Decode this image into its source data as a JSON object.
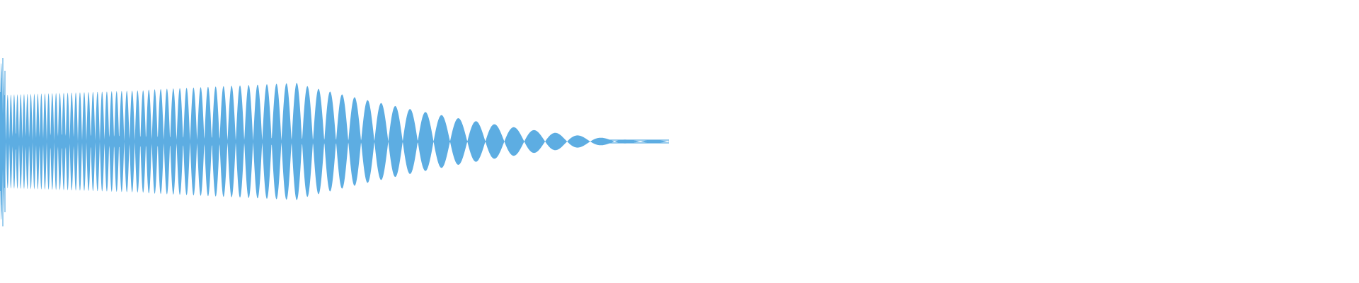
{
  "waveform": {
    "color": "#5dade2",
    "background": "#ffffff",
    "shape": "chirp-sweep",
    "peak_amplitude": 1.0,
    "base_amplitude": 0.5,
    "tail_amplitude": 0.02,
    "extends_fraction_of_track": 0.49
  }
}
